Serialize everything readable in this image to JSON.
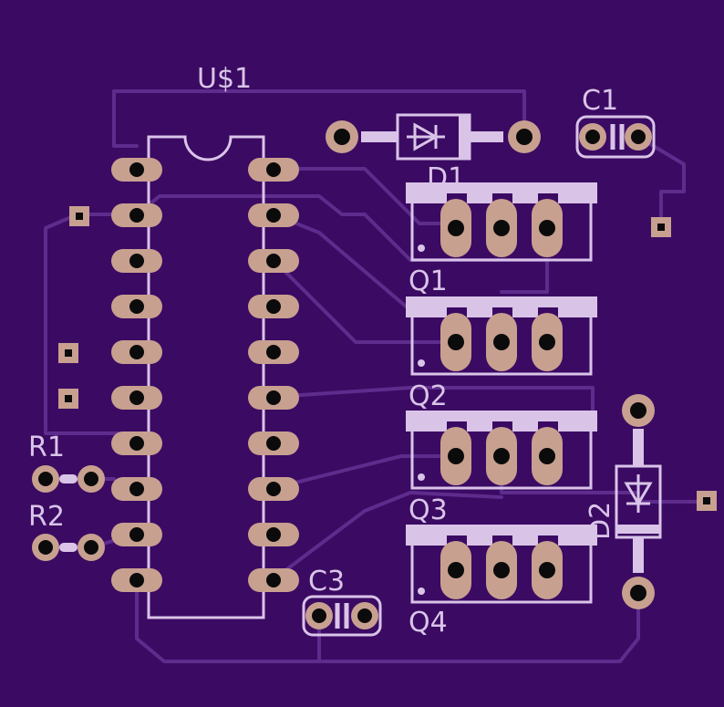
{
  "board": {
    "components": {
      "ic": {
        "ref": "U$1"
      },
      "diode1": {
        "ref": "D1"
      },
      "diode2": {
        "ref": "D2"
      },
      "cap1": {
        "ref": "C1"
      },
      "cap3": {
        "ref": "C3"
      },
      "q1": {
        "ref": "Q1"
      },
      "q2": {
        "ref": "Q2"
      },
      "q3": {
        "ref": "Q3"
      },
      "q4": {
        "ref": "Q4"
      },
      "r1": {
        "ref": "R1"
      },
      "r2": {
        "ref": "R2"
      }
    },
    "colors": {
      "board": "#3b0a63",
      "trace": "#5e2c8c",
      "silkscreen": "#d9c4e8",
      "copper_pad": "#c8a08f",
      "drill": "#0b0b0b"
    }
  }
}
